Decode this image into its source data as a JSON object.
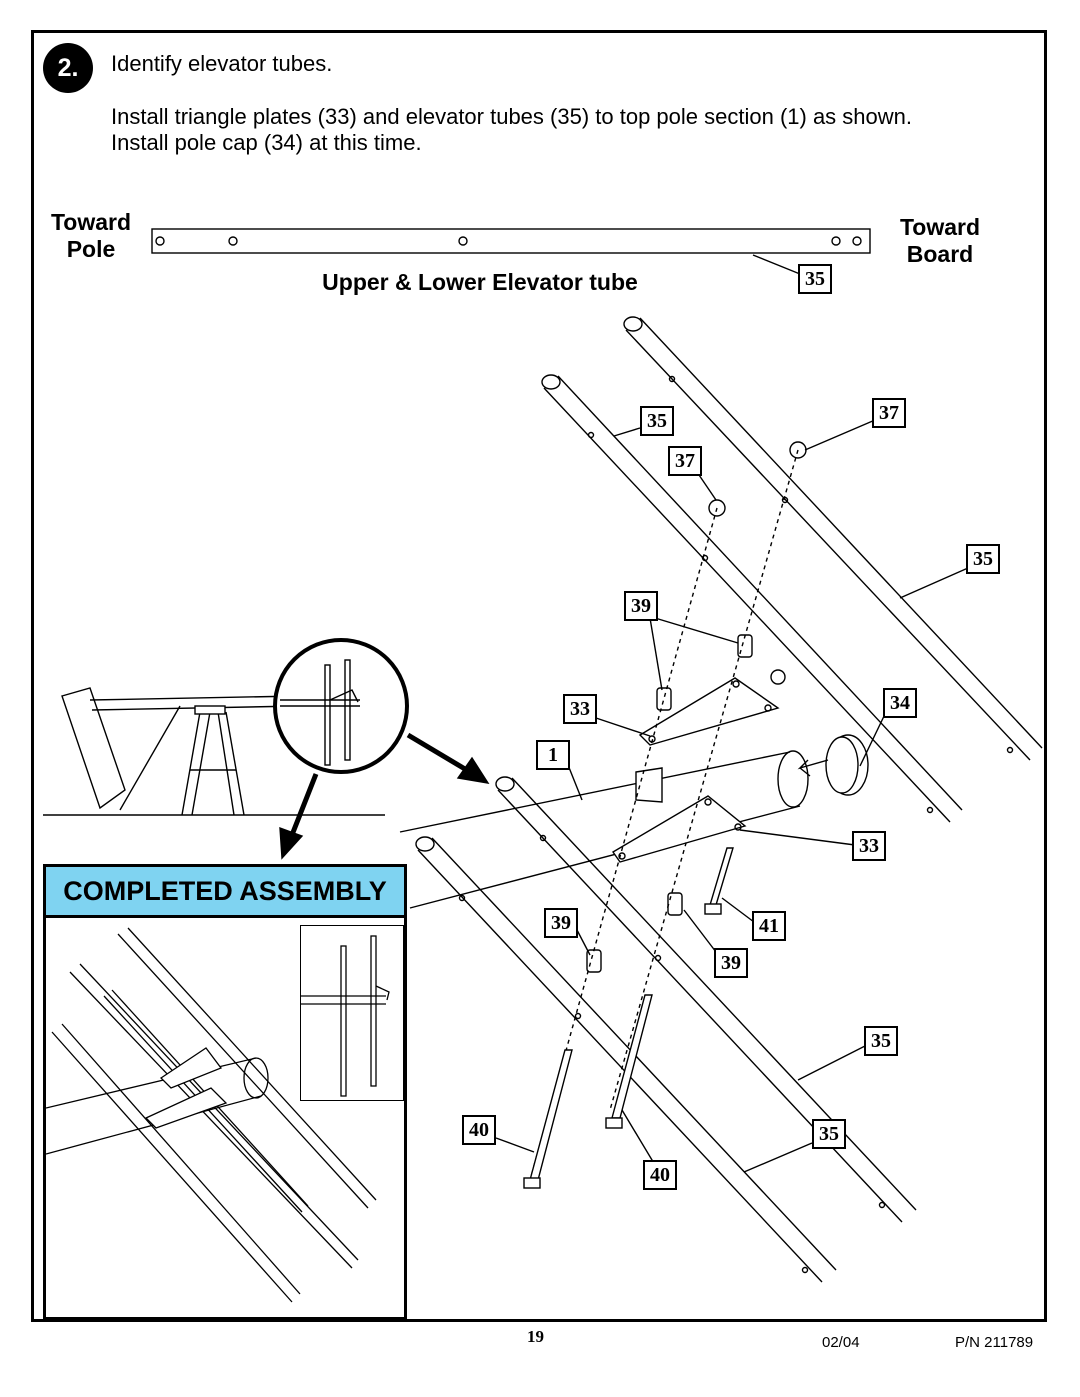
{
  "step": {
    "number": "2."
  },
  "instructions": {
    "line1": "Identify elevator tubes.",
    "line2": "Install triangle plates (33) and elevator tubes (35) to top pole section (1) as shown.",
    "line3": "Install pole cap (34) at this time."
  },
  "tube_diagram": {
    "toward_pole_line1": "Toward",
    "toward_pole_line2": "Pole",
    "toward_board_line1": "Toward",
    "toward_board_line2": "Board",
    "caption": "Upper & Lower Elevator tube",
    "callout": "35"
  },
  "callouts": {
    "c35_a": "35",
    "c37_a": "37",
    "c37_b": "37",
    "c35_b": "35",
    "c39_a": "39",
    "c33_a": "33",
    "c34": "34",
    "c1": "1",
    "c33_b": "33",
    "c39_b": "39",
    "c41": "41",
    "c39_c": "39",
    "c35_c": "35",
    "c40_a": "40",
    "c35_d": "35",
    "c40_b": "40"
  },
  "completed": {
    "title": "COMPLETED ASSEMBLY"
  },
  "footer": {
    "page": "19",
    "date": "02/04",
    "part_number": "P/N 211789"
  }
}
